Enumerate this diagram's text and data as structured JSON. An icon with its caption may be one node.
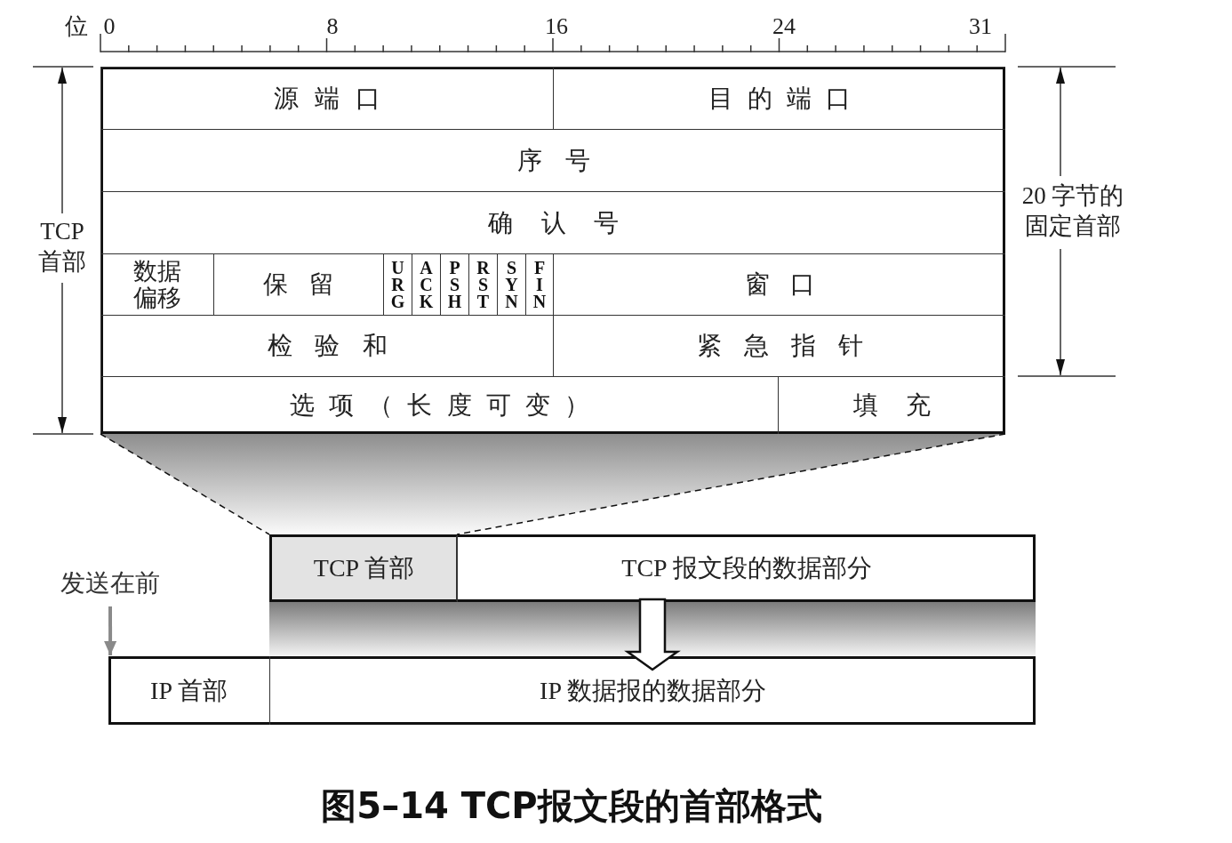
{
  "diagram": {
    "caption": "图5–14 TCP报文段的首部格式",
    "nodes": [
      {
        "text": [],
        "shape": "box"
      },
      {
        "text": [
          "源端口"
        ],
        "in": 0
      },
      {
        "text": [
          "目的端口"
        ],
        "in": 0
      },
      {
        "text": [
          "序号"
        ],
        "in": 0
      },
      {
        "text": [
          "确认号"
        ],
        "in": 0
      },
      {
        "text": [
          "数据偏移"
        ],
        "in": 0
      },
      {
        "text": [
          "保留"
        ],
        "in": 0
      },
      {
        "text": [
          "URG"
        ],
        "in": 0
      },
      {
        "text": [
          "ACK"
        ],
        "in": 0
      },
      {
        "text": [
          "PSH"
        ],
        "in": 0
      },
      {
        "text": [
          "RST"
        ],
        "in": 0
      },
      {
        "text": [
          "SYN"
        ],
        "in": 0
      },
      {
        "text": [
          "FIN"
        ],
        "in": 0
      },
      {
        "text": [
          "窗口"
        ],
        "in": 0
      },
      {
        "text": [
          "检验和"
        ],
        "in": 0
      },
      {
        "text": [
          "紧急指针"
        ],
        "in": 0
      },
      {
        "text": [
          "选项（长度可变）"
        ],
        "in": 0
      },
      {
        "text": [
          "填充"
        ],
        "in": 0
      },
      {
        "text": [],
        "shape": "box"
      },
      {
        "text": [
          "TCP 首部"
        ],
        "in": 18
      },
      {
        "text": [
          "TCP 报文段的数据部分"
        ],
        "in": 18
      },
      {
        "text": [
          "发送在前"
        ]
      },
      {
        "text": [],
        "shape": "band"
      },
      {
        "text": [],
        "shape": "box"
      },
      {
        "text": [
          "IP 首部"
        ],
        "in": 23
      },
      {
        "text": [
          "IP 数据报的数据部分"
        ],
        "in": 23
      }
    ],
    "edges": [
      {
        "from": 0,
        "to": 19,
        "arrow": "none",
        "style": "dashed"
      },
      {
        "from": 0,
        "to": 19,
        "arrow": "none",
        "style": "dashed"
      },
      {
        "from": 18,
        "to": 25,
        "arrow": "to",
        "style": "thick"
      },
      {
        "from": 21,
        "to": 23,
        "arrow": "to",
        "style": "thick",
        "color": "#8a8a8a"
      }
    ],
    "labels": [
      "位",
      "0",
      "8",
      "16",
      "24",
      "31",
      "TCP 首部",
      "20 字节的固定首部"
    ]
  }
}
